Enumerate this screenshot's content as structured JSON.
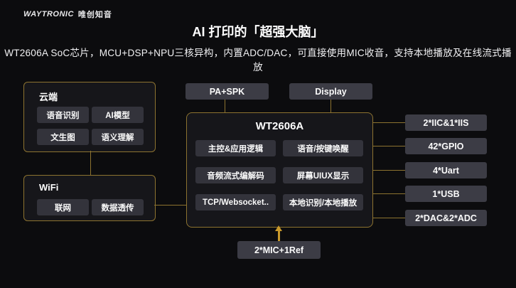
{
  "header": {
    "logo_en": "WAYTRONIC",
    "logo_cn": "唯创知音",
    "title": "AI 打印的「超强大脑」",
    "subtitle": "WT2606A SoC芯片，MCU+DSP+NPU三核异构，内置ADC/DAC，可直接使用MIC收音，支持本地播放及在线流式播放"
  },
  "diagram": {
    "cloud": {
      "title": "云端",
      "items": [
        "语音识别",
        "AI模型",
        "文生图",
        "语义理解"
      ]
    },
    "wifi": {
      "title": "WiFi",
      "items": [
        "联网",
        "数据透传"
      ]
    },
    "top_boxes": [
      "PA+SPK",
      "Display"
    ],
    "chip": {
      "title": "WT2606A",
      "items": [
        "主控&应用逻辑",
        "语音/按键唤醒",
        "音频流式编解码",
        "屏幕UIUX显示",
        "TCP/Websocket..",
        "本地识别/本地播放"
      ]
    },
    "right_boxes": [
      "2*IIC&1*IIS",
      "42*GPIO",
      "4*Uart",
      "1*USB",
      "2*DAC&2*ADC"
    ],
    "bottom_box": "2*MIC+1Ref"
  },
  "colors": {
    "background": "#0c0c0e",
    "panel_fill": "#16161a",
    "panel_border_gold": "#8d7330",
    "inner_button": "#33333b",
    "gray_box": "#3c3c45",
    "arrow_gold": "#c9992b",
    "text": "#f5f5f5"
  }
}
